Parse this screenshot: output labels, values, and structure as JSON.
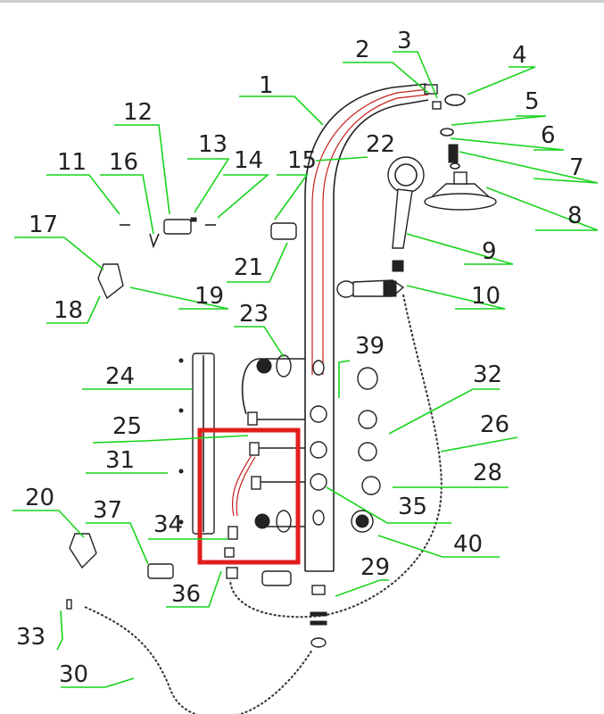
{
  "colors": {
    "leader": "#17d41b",
    "highlight": "#e11d1d",
    "inner_pipe": "#c8201f",
    "line": "#222222",
    "top_bar": "#c9ced3"
  },
  "labels": [
    "1",
    "2",
    "3",
    "4",
    "5",
    "6",
    "7",
    "8",
    "9",
    "10",
    "11",
    "12",
    "13",
    "14",
    "15",
    "16",
    "17",
    "18",
    "19",
    "20",
    "21",
    "22",
    "23",
    "24",
    "25",
    "26",
    "28",
    "29",
    "30",
    "31",
    "32",
    "33",
    "34",
    "35",
    "36",
    "37",
    "39",
    "40"
  ]
}
